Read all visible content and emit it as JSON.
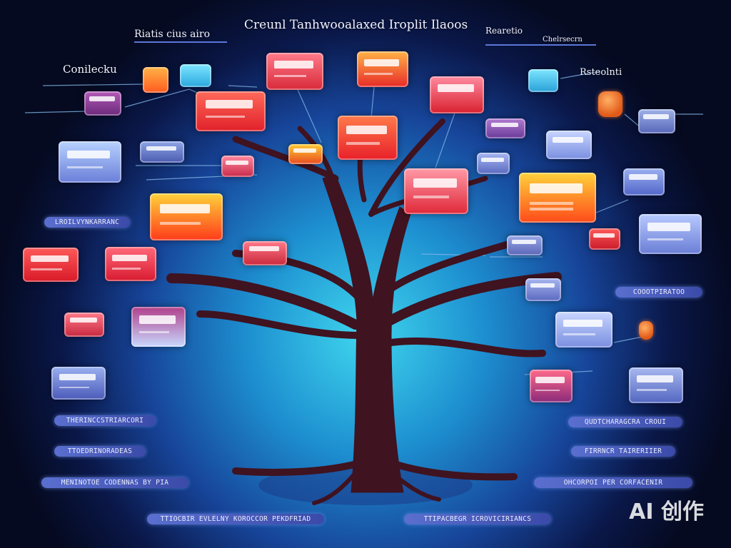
{
  "texts": {
    "title": "Creunl Tanhwooalaxed Iroplit Ilaoos",
    "top_left_label": "Riatis cius airo",
    "top_right_label": "Rearetio",
    "top_right_sub": "Chelrsecrn",
    "left_label": "Conilecku",
    "right_label": "Rsteolnti",
    "left_pill_1": "LROILVYNKARRANC",
    "right_pill_1": "COOOTPIRATOO",
    "left_pill_2": "THERINCCSTRIARCORI",
    "right_pill_2": "QUDTCHARAGCRA CROUI",
    "left_pill_3": "TTOEDRINORADEAS",
    "right_pill_3": "FIRRNCR TAIRERIIER",
    "left_pill_4": "MENINOTOE CODENNAS BY PIA",
    "right_pill_4": "OHCORPOI PER CORFACENIR",
    "bottom_pill_1": "TTIOCBIR EVLELNY KOROCCOR PEKDFRIAD",
    "bottom_pill_2": "TTIPACBEGR ICROVICIRIANCS",
    "watermark": "AI 创作"
  }
}
